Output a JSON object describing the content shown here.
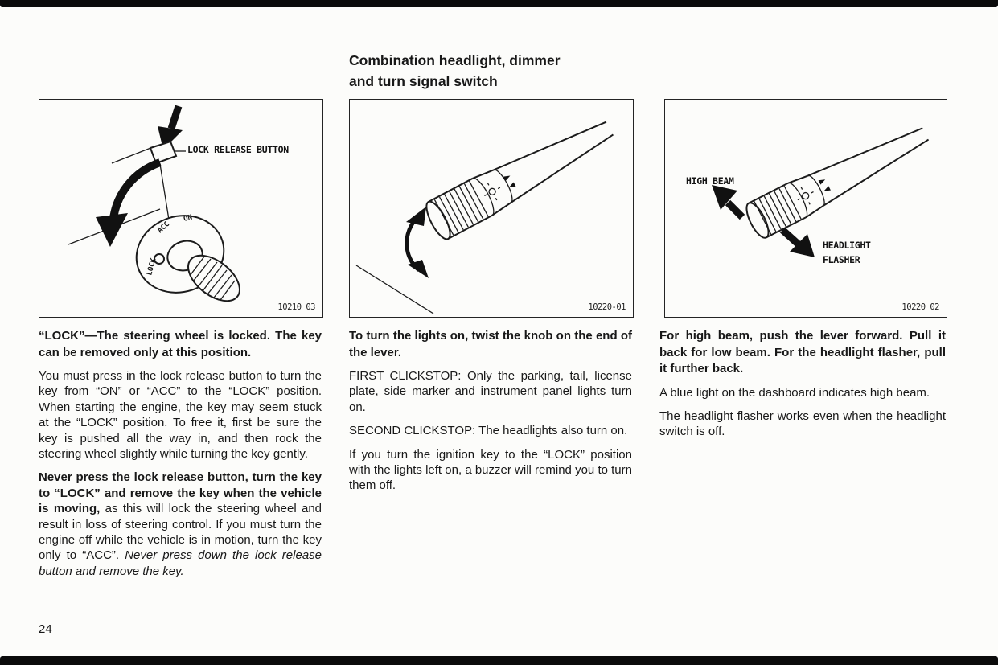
{
  "page": {
    "number": "24",
    "section_title_line1": "Combination headlight, dimmer",
    "section_title_line2": "and turn signal switch"
  },
  "figure1": {
    "callout": "LOCK RELEASE BUTTON",
    "dial_lock": "LOCK",
    "dial_acc": "ACC",
    "dial_on": "ON",
    "figure_number": "10210 03"
  },
  "figure2": {
    "figure_number": "10220-01"
  },
  "figure3": {
    "label_high_beam": "HIGH BEAM",
    "label_flasher_line1": "HEADLIGHT",
    "label_flasher_line2": "FLASHER",
    "figure_number": "10220 02"
  },
  "column1": {
    "heading": "“LOCK”—The steering wheel is locked. The key can be removed only at this position.",
    "para1": "You must press in the lock release button to turn the key from “ON” or “ACC” to the “LOCK” position. When starting the engine, the key may seem stuck at the “LOCK” position. To free it, first be sure the key is pushed all the way in, and then rock the steering wheel slightly while turning the key gently.",
    "para2_bold": "Never press the lock release button, turn the key to “LOCK” and remove the key when the vehicle is moving,",
    "para2_regular": " as this will lock the steering wheel and result in loss of steering control. If you must turn the engine off while the vehicle is in motion, turn the key only to “ACC”. ",
    "para2_italic": "Never press down the lock release button and remove the key."
  },
  "column2": {
    "heading": "To turn the lights on, twist the knob on the end of the lever.",
    "para1": "FIRST CLICKSTOP: Only the parking, tail, license plate, side marker and instrument panel lights turn on.",
    "para2": "SECOND CLICKSTOP: The headlights also turn on.",
    "para3": "If you turn the ignition key to the “LOCK” position with the lights left on, a buzzer will remind you to turn them off."
  },
  "column3": {
    "heading": "For high beam, push the lever forward. Pull it back for low beam. For the headlight flasher, pull it further back.",
    "para1": "A blue light on the dashboard indicates high beam.",
    "para2": "The headlight flasher works even when the headlight switch is off."
  }
}
